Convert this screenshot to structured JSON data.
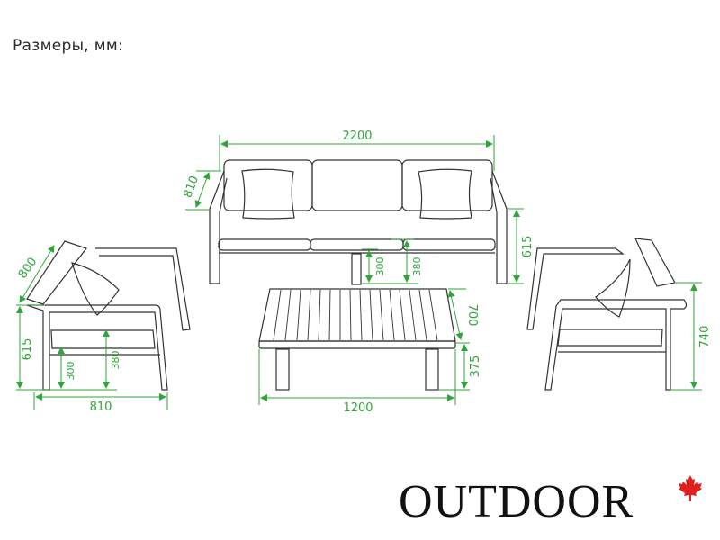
{
  "header": {
    "title": "Размеры, мм:"
  },
  "colors": {
    "dimension": "#2fa53a",
    "outline": "#333333",
    "logo_text": "#111111",
    "leaf": "#e0201c"
  },
  "sofa": {
    "width": "2200",
    "depth": "810",
    "height": "615",
    "seat_height_base": "300",
    "seat_height_cushion": "380"
  },
  "armchair_left": {
    "depth": "800",
    "width": "810",
    "height": "615",
    "seat_height_base": "300",
    "seat_height_cushion": "380"
  },
  "coffee_table": {
    "length": "1200",
    "depth": "700",
    "height": "375"
  },
  "armchair_right": {
    "height": "740"
  },
  "brand": {
    "name": "OUTDOOR",
    "icon": "maple-leaf-icon"
  }
}
